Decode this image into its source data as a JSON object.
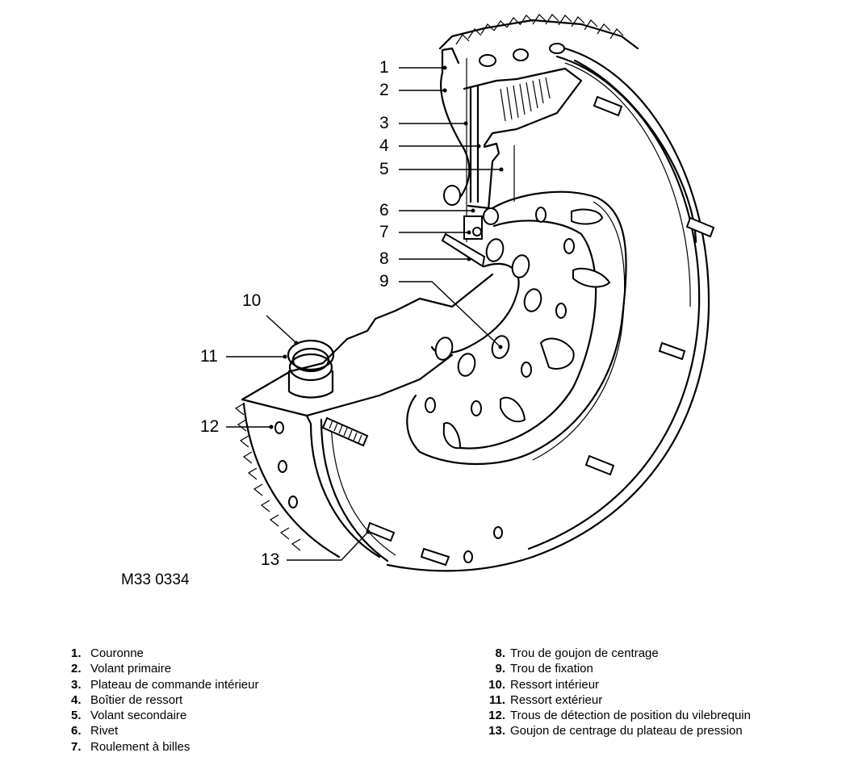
{
  "figure": {
    "code": "M33 0334",
    "title": "Volant bi-masse (vue en coupe)"
  },
  "callouts": [
    {
      "num": "1"
    },
    {
      "num": "2"
    },
    {
      "num": "3"
    },
    {
      "num": "4"
    },
    {
      "num": "5"
    },
    {
      "num": "6"
    },
    {
      "num": "7"
    },
    {
      "num": "8"
    },
    {
      "num": "9"
    },
    {
      "num": "10"
    },
    {
      "num": "11"
    },
    {
      "num": "12"
    },
    {
      "num": "13"
    }
  ],
  "legend": {
    "left": [
      {
        "num": "1.",
        "label": "Couronne"
      },
      {
        "num": "2.",
        "label": "Volant primaire"
      },
      {
        "num": "3.",
        "label": "Plateau de commande intérieur"
      },
      {
        "num": "4.",
        "label": "Boîtier de ressort"
      },
      {
        "num": "5.",
        "label": "Volant secondaire"
      },
      {
        "num": "6.",
        "label": "Rivet"
      },
      {
        "num": "7.",
        "label": "Roulement à billes"
      }
    ],
    "right": [
      {
        "num": "8.",
        "label": "Trou de goujon de centrage"
      },
      {
        "num": "9.",
        "label": "Trou de fixation"
      },
      {
        "num": "10.",
        "label": "Ressort intérieur"
      },
      {
        "num": "11.",
        "label": "Ressort extérieur"
      },
      {
        "num": "12.",
        "label": "Trous de détection de position du vilebrequin"
      },
      {
        "num": "13.",
        "label": "Goujon de centrage du plateau de pression"
      }
    ]
  }
}
